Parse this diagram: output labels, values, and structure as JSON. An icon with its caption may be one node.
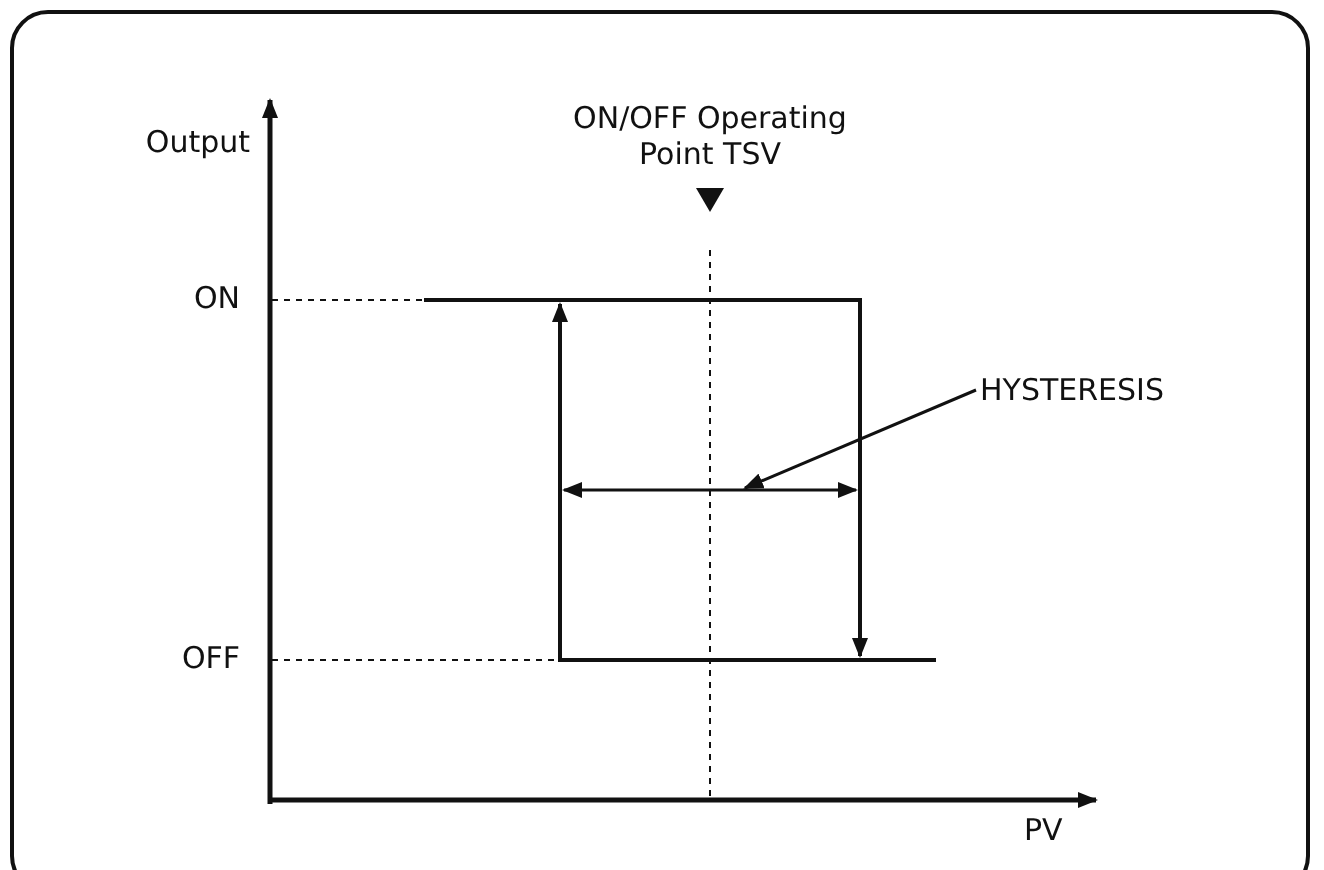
{
  "diagram": {
    "nodes": [
      {
        "text": [
          "HYSTERESIS"
        ]
      },
      {
        "text": [],
        "shape": "arrow"
      }
    ],
    "edges": [
      {
        "from": 0,
        "to": 1,
        "arrow": "to"
      }
    ],
    "labels": [
      "ON/OFF Operating Point TSV",
      "Output",
      "ON",
      "OFF",
      "PV"
    ]
  }
}
